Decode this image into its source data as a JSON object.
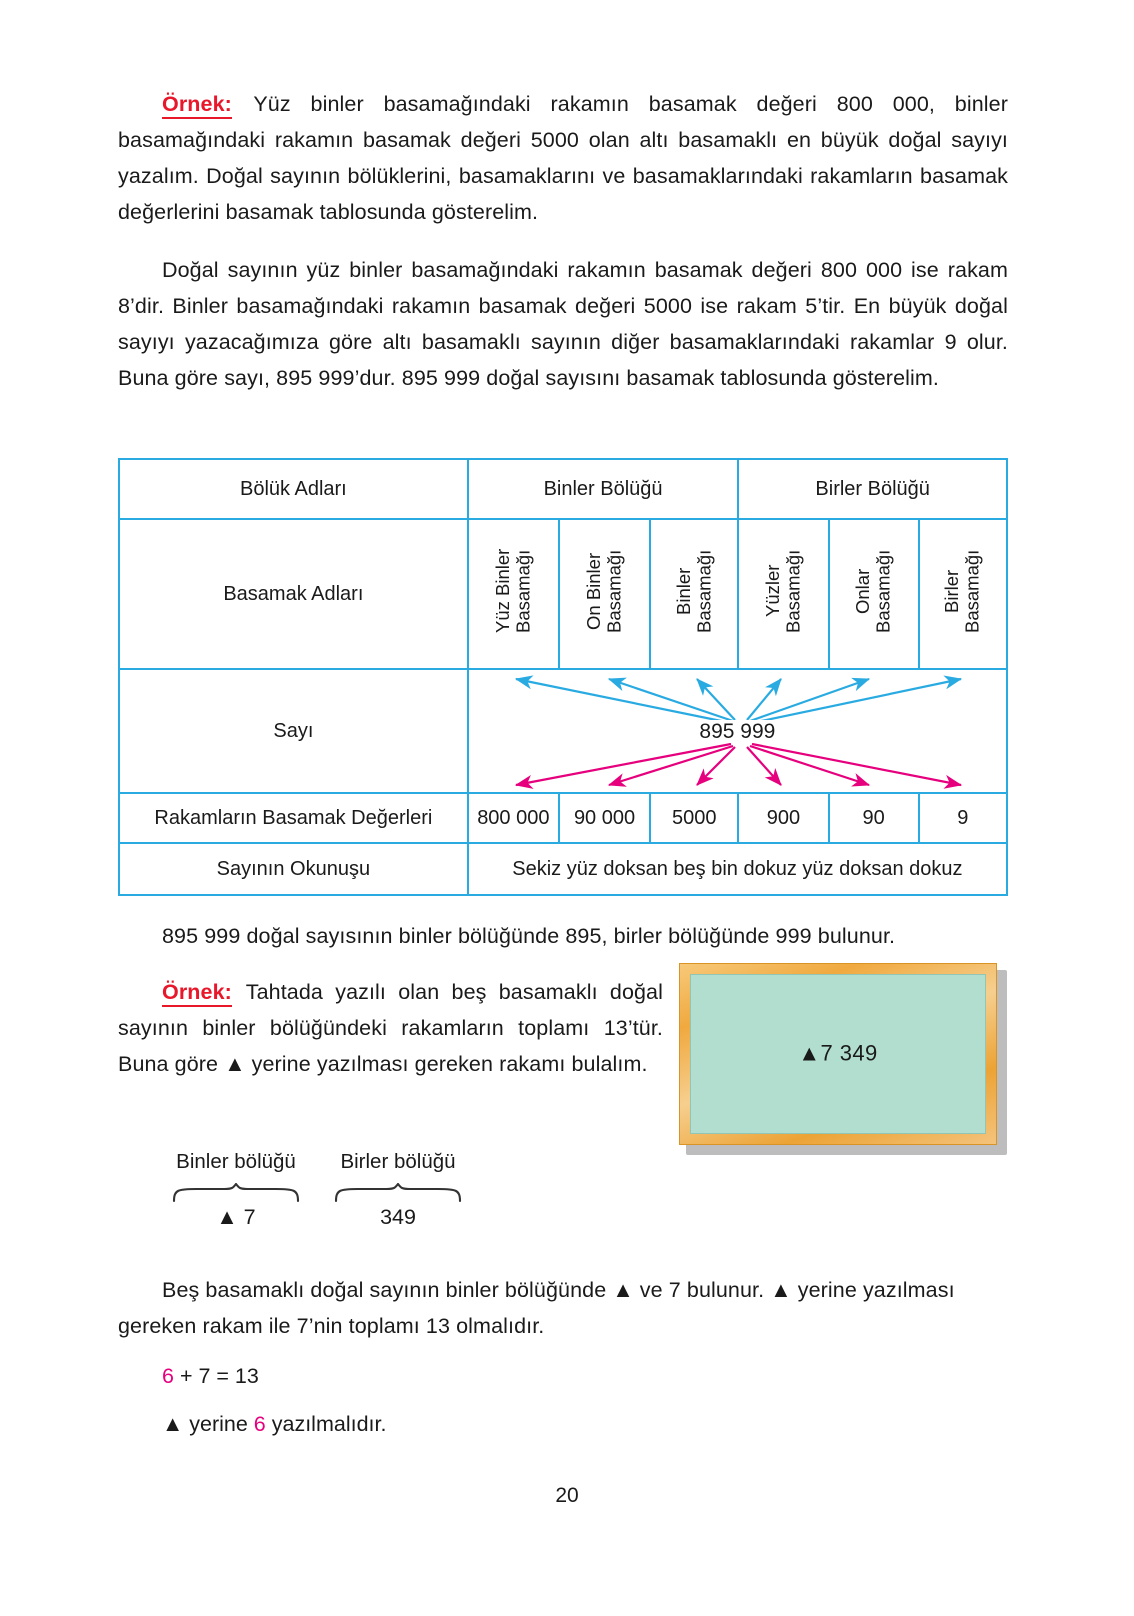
{
  "page": {
    "number": "20",
    "colors": {
      "accent_red": "#e8172a",
      "accent_pink": "#e6007e",
      "table_border": "#29abe2",
      "table_label_fill": "#bfe7f7",
      "board_frame": "#f0a93f",
      "board_surface": "#b2ded0"
    }
  },
  "example1": {
    "label": "Örnek:",
    "paragraph1": "Yüz binler basamağındaki rakamın basamak değeri 800 000, binler basamağındaki rakamın basamak değeri 5000 olan altı basamaklı en büyük doğal sayıyı yazalım. Doğal sayının bölüklerini, basamaklarını ve basamaklarındaki rakamların basamak değerlerini basamak tablosunda gösterelim.",
    "paragraph2": "Doğal sayının yüz binler basamağındaki rakamın basamak değeri 800 000 ise rakam 8’dir. Binler basamağındaki rakamın basamak değeri 5000 ise rakam 5’tir. En büyük doğal sayıyı yazacağımıza göre altı basamaklı sayının diğer basamaklarındaki rakamlar 9 olur. Buna göre sayı, 895 999’dur. 895 999 doğal sayısını basamak tablosunda gösterelim.",
    "after_table": "895 999 doğal sayısının binler bölüğünde 895, birler bölüğünde 999 bulunur."
  },
  "table": {
    "row_labels": {
      "group_names": "Bölük Adları",
      "place_names": "Basamak Adları",
      "number": "Sayı",
      "place_values": "Rakamların Basamak Değerleri",
      "reading": "Sayının Okunuşu"
    },
    "groups": [
      "Binler Bölüğü",
      "Birler Bölüğü"
    ],
    "places": [
      "Yüz Binler\nBasamağı",
      "On Binler\nBasamağı",
      "Binler\nBasamağı",
      "Yüzler\nBasamağı",
      "Onlar\nBasamağı",
      "Birler\nBasamağı"
    ],
    "number_value": "895 999",
    "place_values": [
      "800 000",
      "90 000",
      "5000",
      "900",
      "90",
      "9"
    ],
    "reading": "Sekiz yüz doksan beş bin dokuz yüz doksan dokuz"
  },
  "example2": {
    "label": "Örnek:",
    "paragraph": "Tahtada yazılı olan beş basamaklı doğal sayının binler bölüğündeki rakamların toplamı 13’tür. Buna göre ▲ yerine yazılması gereken rakamı bulalım.",
    "board_text": "▲7 349",
    "brace_label_left": "Binler bölüğü",
    "brace_label_right": "Birler bölüğü",
    "brace_value_left": "▲ 7",
    "brace_value_right": "349",
    "explanation_line1": "Beş basamaklı doğal sayının binler bölüğünde ▲ ve 7 bulunur. ▲ yerine yazılması",
    "explanation_line2": "gereken rakam ile 7’nin toplamı 13 olmalıdır.",
    "equation_pre": "6",
    "equation_post": " + 7 = 13",
    "conclusion_pre": "▲ yerine ",
    "conclusion_mid": "6",
    "conclusion_post": " yazılmalıdır."
  }
}
